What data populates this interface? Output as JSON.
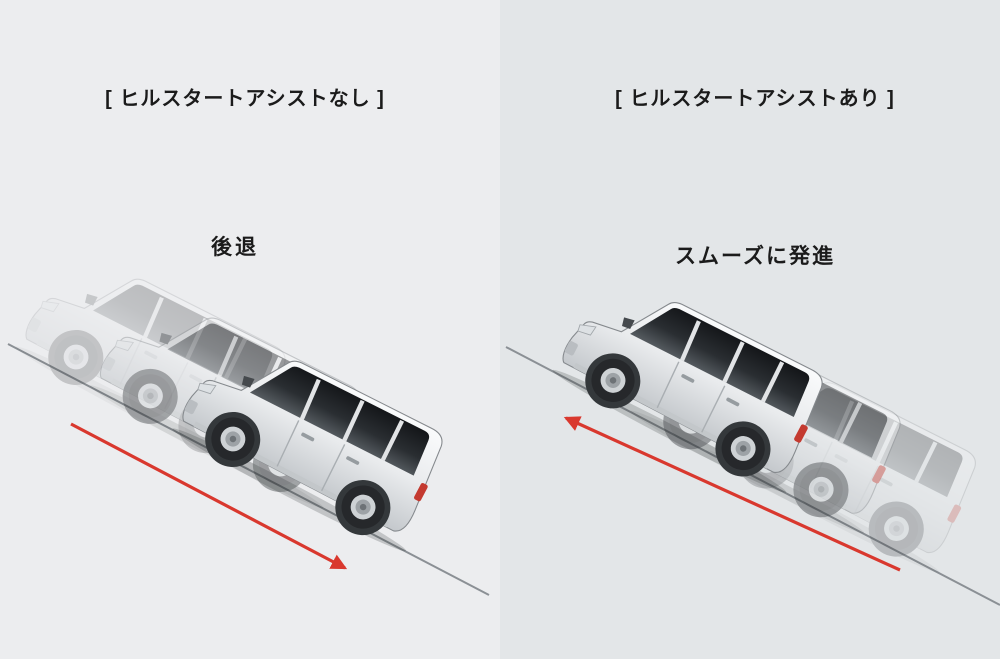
{
  "colors": {
    "background_left": "#ecedef",
    "background_right": "#e3e6e8",
    "slope_line": "#8b9095",
    "arrow_red": "#d9382e",
    "text": "#1b1b1b",
    "taillight_red": "#c43a30"
  },
  "panels": {
    "left": {
      "title": "[ ヒルスタートアシストなし ]",
      "caption": "後退",
      "motion": "vehicle rolls backward down the slope",
      "arrow_direction": "downhill (down-right)"
    },
    "right": {
      "title": "[ ヒルスタートアシストあり ]",
      "caption": "スムーズに発進",
      "motion": "vehicle starts smoothly up the slope",
      "arrow_direction": "uphill (up-left)"
    }
  }
}
